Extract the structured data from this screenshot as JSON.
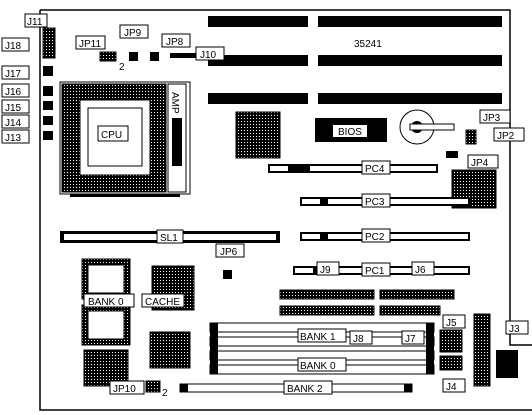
{
  "board": {
    "model": "35241"
  },
  "labels": {
    "j11": "J11",
    "j18": "J18",
    "j17": "J17",
    "j16": "J16",
    "j15": "J15",
    "j14": "J14",
    "j13": "J13",
    "jp11": "JP11",
    "jp11_pin": "2",
    "jp9": "JP9",
    "jp8": "JP8",
    "j10": "J10",
    "amp": "AMP",
    "cpu": "CPU",
    "bios": "BIOS",
    "jp3": "JP3",
    "jp2": "JP2",
    "jp4": "JP4",
    "pc4": "PC4",
    "pc3": "PC3",
    "pc2": "PC2",
    "pc1": "PC1",
    "sl1": "SL1",
    "jp6": "JP6",
    "j9": "J9",
    "j6": "J6",
    "bank0_cache": "BANK 0",
    "cache": "CACHE",
    "bank1": "BANK 1",
    "j8": "J8",
    "j7": "J7",
    "j5": "J5",
    "j3": "J3",
    "bank0_simm": "BANK 0",
    "j4": "J4",
    "jp10": "JP10",
    "jp10_pin": "2",
    "bank2": "BANK 2"
  }
}
